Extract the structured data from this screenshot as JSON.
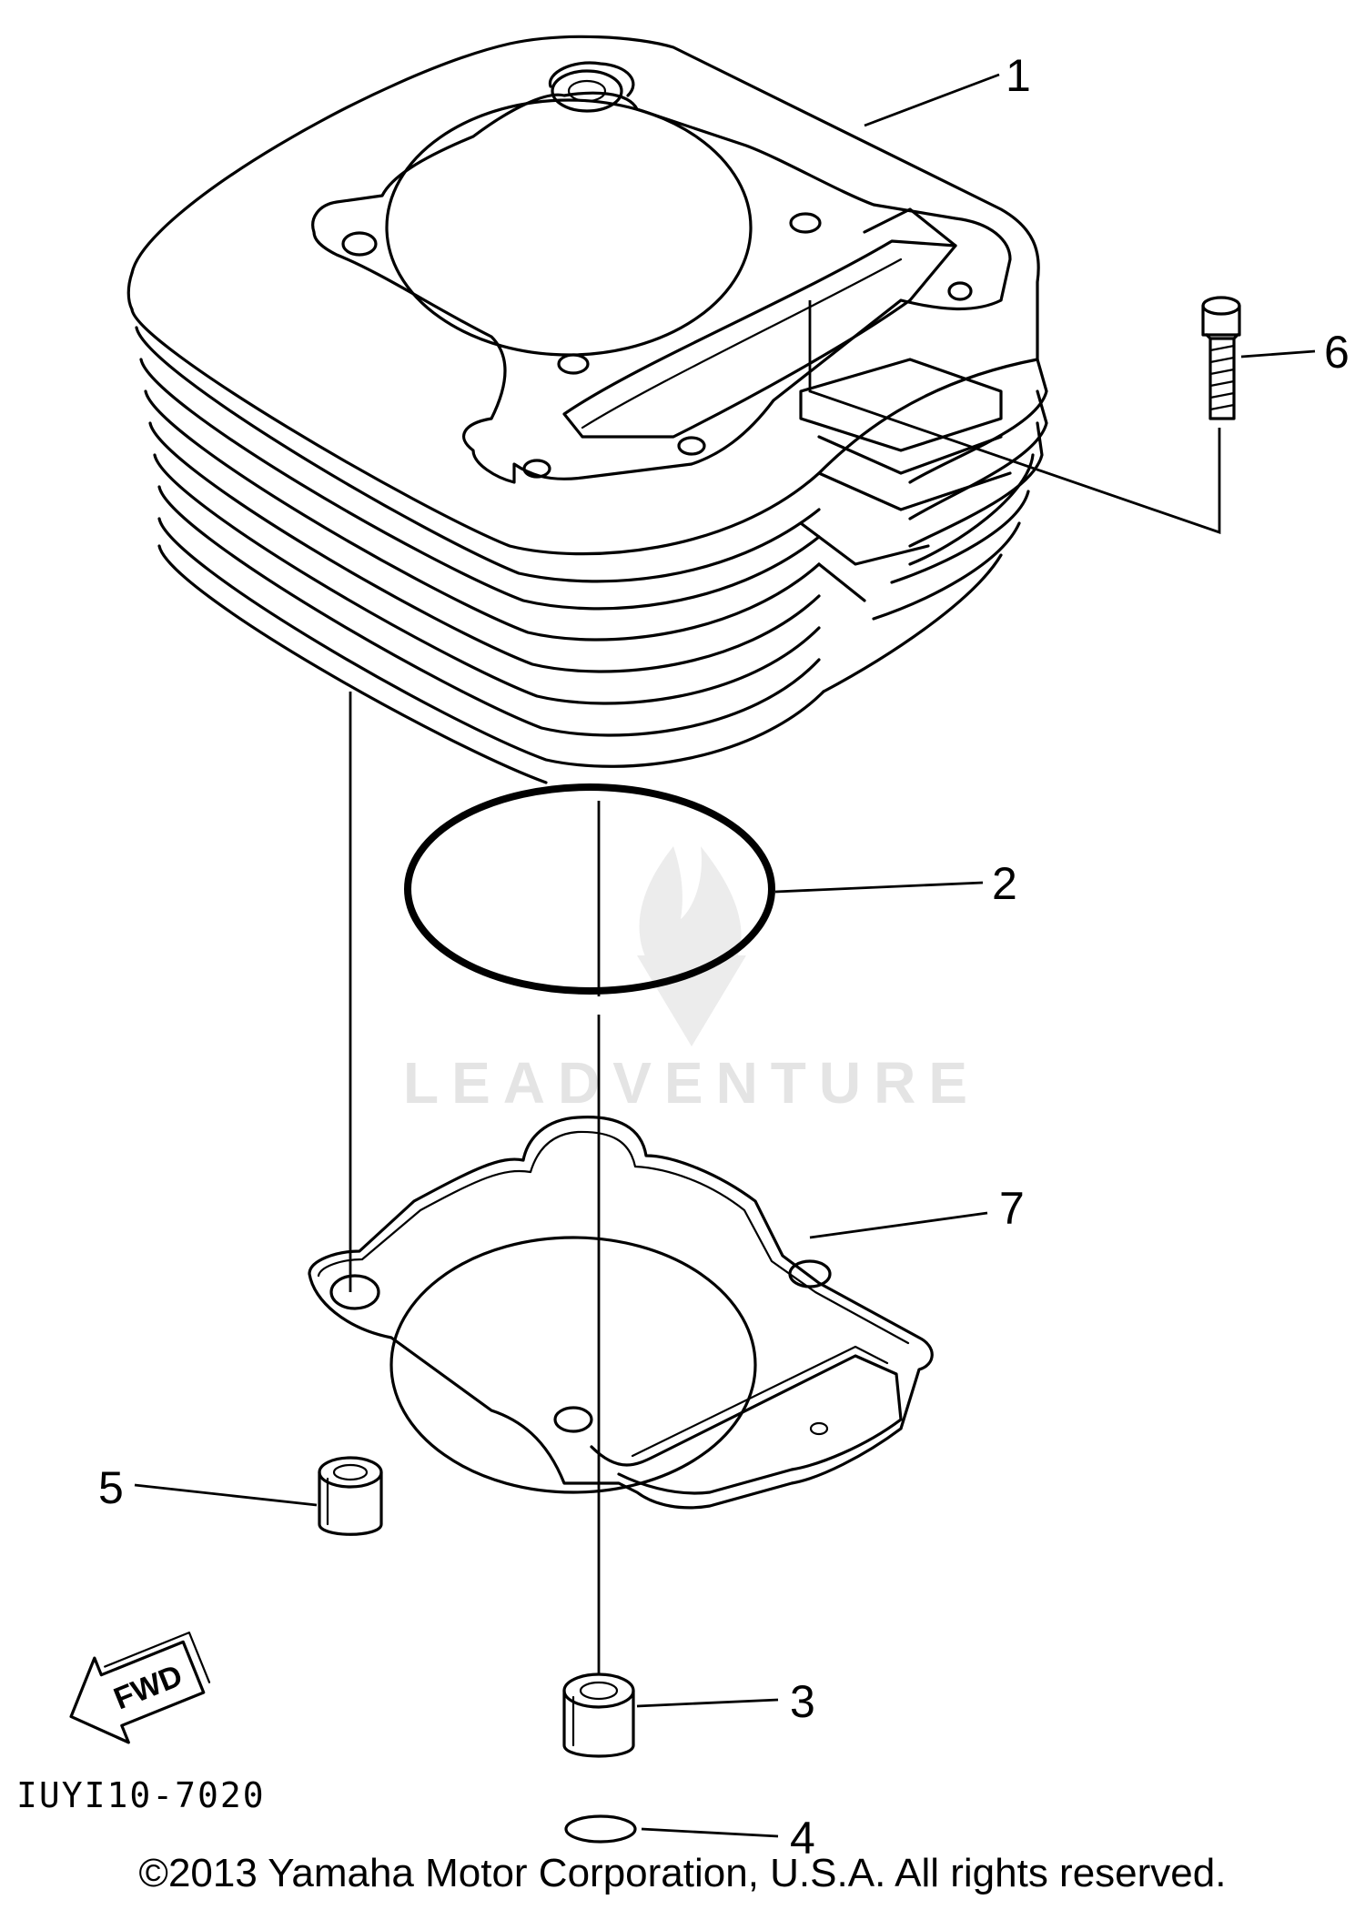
{
  "diagram": {
    "drawing_code": "IUYI10-7020",
    "direction_label": "FWD",
    "watermark": "LEADVENTURE",
    "copyright": "©2013 Yamaha Motor Corporation, U.S.A. All rights reserved.",
    "callouts": [
      {
        "number": "1",
        "part": "cylinder"
      },
      {
        "number": "2",
        "part": "o-ring"
      },
      {
        "number": "3",
        "part": "dowel-pin"
      },
      {
        "number": "4",
        "part": "o-ring-small"
      },
      {
        "number": "5",
        "part": "dowel-pin"
      },
      {
        "number": "6",
        "part": "bolt"
      },
      {
        "number": "7",
        "part": "cylinder-gasket"
      }
    ]
  }
}
